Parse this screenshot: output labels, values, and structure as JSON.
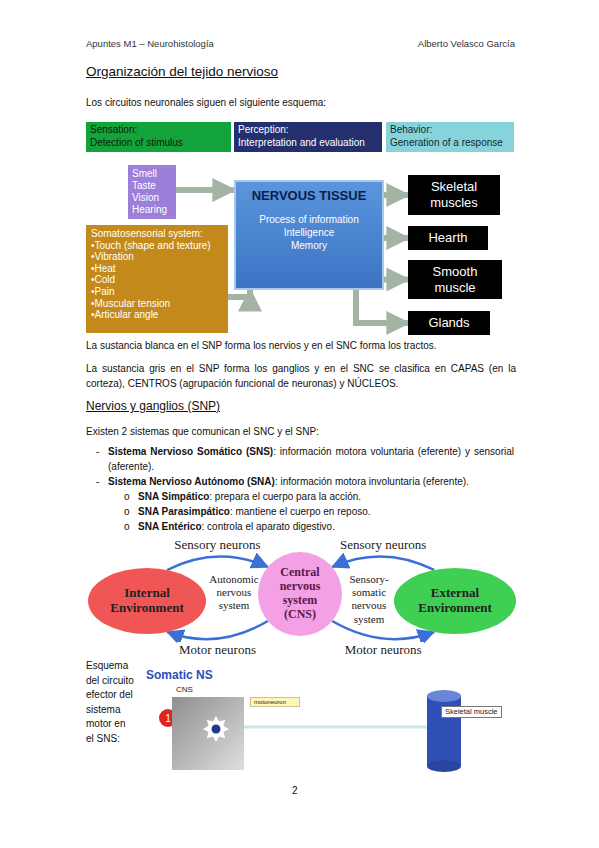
{
  "diagram": {
    "title": "Organización del tejido nervioso",
    "nodes": [
      {
        "text": [
          "Sensation:",
          "Detection of stimulus"
        ]
      },
      {
        "text": [
          "Perception:",
          "Interpretation and evaluation"
        ]
      },
      {
        "text": [
          "Behavior:",
          "Generation of a response"
        ]
      },
      {
        "text": [
          "Smell",
          "Taste",
          "Vision",
          "Hearing"
        ]
      },
      {
        "text": [
          "Somatosensorial system:",
          "•Touch (shape and texture)",
          "•Vibration",
          "•Heat",
          "•Cold",
          "•Pain",
          "•Muscular tension",
          "•Articular angle"
        ]
      },
      {
        "text": [
          "NERVOUS TISSUE",
          "Process of information",
          "Intelligence",
          "Memory"
        ]
      },
      {
        "text": [
          "Skeletal muscles"
        ]
      },
      {
        "text": [
          "Hearth"
        ]
      },
      {
        "text": [
          "Smooth muscle"
        ]
      },
      {
        "text": [
          "Glands"
        ]
      },
      {
        "text": [
          "Internal Environment"
        ]
      },
      {
        "text": [
          "Central nervous system (CNS)"
        ]
      },
      {
        "text": [
          "External Environment"
        ]
      },
      {
        "text": [
          "1"
        ]
      },
      {
        "text": [
          "CNS"
        ]
      },
      {
        "text": [
          "motoneuron"
        ]
      },
      {
        "text": [
          "Skeletal muscle"
        ]
      }
    ],
    "edges": [
      {
        "from": 3,
        "to": 5,
        "arrow": "to"
      },
      {
        "from": 4,
        "to": 5,
        "arrow": "to"
      },
      {
        "from": 5,
        "to": 6,
        "arrow": "to"
      },
      {
        "from": 5,
        "to": 7,
        "arrow": "to"
      },
      {
        "from": 5,
        "to": 8,
        "arrow": "to"
      },
      {
        "from": 5,
        "to": 9,
        "arrow": "to"
      },
      {
        "from": 10,
        "to": 11,
        "label": "Sensory neurons",
        "arrow": "to"
      },
      {
        "from": 11,
        "to": 10,
        "label": "Motor neurons",
        "arrow": "to"
      },
      {
        "from": 12,
        "to": 11,
        "label": "Sensory neurons",
        "arrow": "to"
      },
      {
        "from": 11,
        "to": 12,
        "label": "Motor neurons",
        "arrow": "to"
      },
      {
        "from": 14,
        "to": 16,
        "arrow": "none"
      }
    ],
    "labels": [
      "Apuntes M1 – Neurohistología",
      "Alberto Velasco García",
      "Los circuitos neuronales siguen el siguiente esquema:",
      "La sustancia blanca en el SNP forma los nervios y en el SNC forma los tractos.",
      "La sustancia gris en el SNP forma los ganglios y en el SNC se clasifica en CAPAS (en la corteza), CENTROS (agrupación funcional de neuronas) y NÚCLEOS.",
      "Nervios y ganglios (SNP)",
      "Existen 2 sistemas que comunican el SNC y el SNP:",
      "-",
      "Sistema Nervioso Somático (SNS)",
      ": información motora voluntaria (eferente) y sensorial (aferente).",
      "-",
      "Sistema Nervioso Autónomo (SNA)",
      ": información motora involuntaria (eferente).",
      "o",
      "SNA Simpático",
      ": prepara el cuerpo para la acción.",
      "o",
      "SNA Parasimpático",
      ": mantiene el cuerpo en reposo.",
      "o",
      "SNA Entérico",
      ": controla el aparato digestivo.",
      "Autonomic nervous system",
      "Sensory-somatic nervous system",
      "Esquema del circuito efector del sistema motor en el SNS:",
      "Somatic NS",
      "2"
    ]
  }
}
